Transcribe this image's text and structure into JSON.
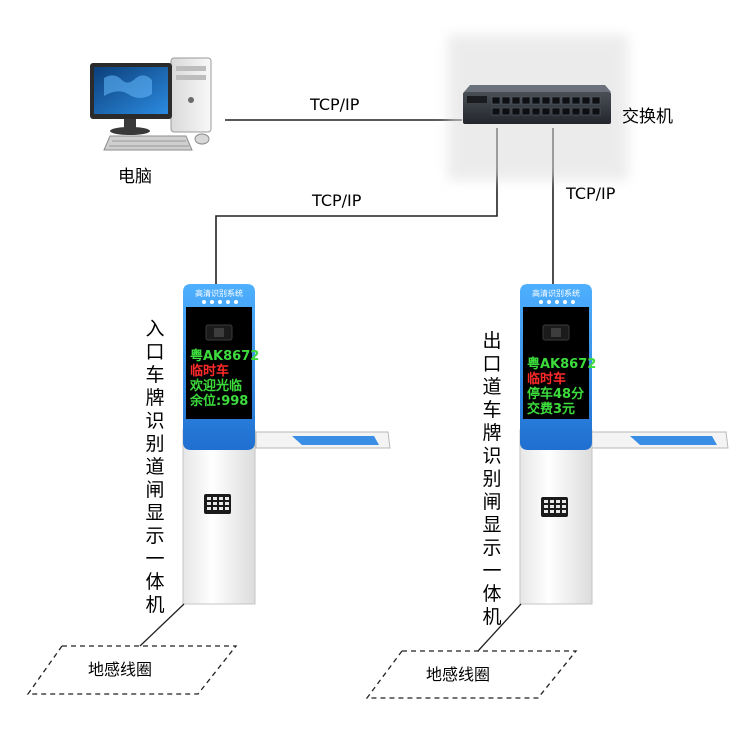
{
  "network": {
    "link_pc_switch": "TCP/IP",
    "link_switch_entry": "TCP/IP",
    "link_switch_exit": "TCP/IP"
  },
  "computer": {
    "label": "电脑",
    "icon": "desktop-computer-icon"
  },
  "switch": {
    "label": "交换机",
    "icon": "network-switch-icon"
  },
  "entry_gate": {
    "title": "入口车牌识别道闸显示一体机",
    "head_caption": "高清识别系统",
    "display_lines": [
      {
        "text": "粤AK8672",
        "color": "#3ddc3d"
      },
      {
        "text": "临时车",
        "color": "#ff2a2a"
      },
      {
        "text": "欢迎光临",
        "color": "#3ddc3d"
      },
      {
        "text": "余位:998",
        "color": "#3ddc3d"
      }
    ],
    "loop_label": "地感线圈"
  },
  "exit_gate": {
    "title": "出口道车牌识别闸显示一体机",
    "head_caption": "高清识别系统",
    "display_lines": [
      {
        "text": "粤AK8672",
        "color": "#3ddc3d"
      },
      {
        "text": "临时车",
        "color": "#ff2a2a"
      },
      {
        "text": "停车48分",
        "color": "#3ddc3d"
      },
      {
        "text": "交费3元",
        "color": "#3ddc3d"
      }
    ],
    "loop_label": "地感线圈"
  },
  "colors": {
    "gate_blue": "#2f8fe8",
    "gate_body": "#f3f3f3",
    "screen": "#000000",
    "barrier_stripe": "#3a8ee6"
  }
}
